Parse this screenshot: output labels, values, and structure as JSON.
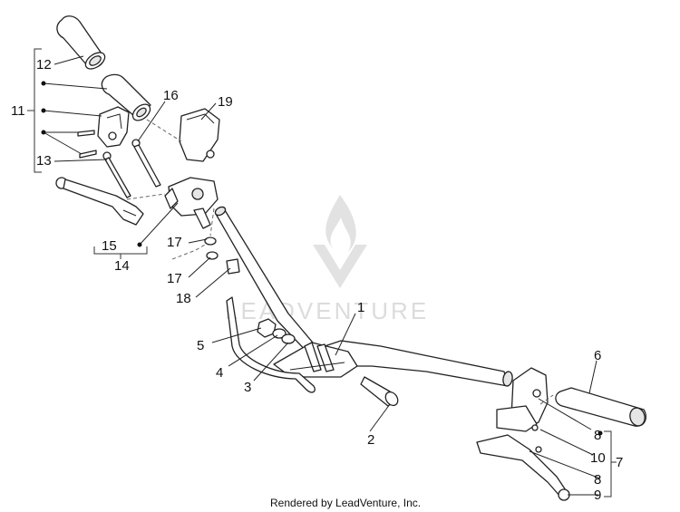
{
  "callouts": {
    "c1": "1",
    "c2": "2",
    "c3": "3",
    "c4": "4",
    "c5": "5",
    "c6": "6",
    "c7": "7",
    "c8a": "8",
    "c8b": "8",
    "c9": "9",
    "c10": "10",
    "c11": "11",
    "c12": "12",
    "c13": "13",
    "c14": "14",
    "c15": "15",
    "c16": "16",
    "c17a": "17",
    "c17b": "17",
    "c18": "18",
    "c19": "19"
  },
  "watermark": {
    "brand": "LEADVENTURE"
  },
  "footer": {
    "credit": "Rendered by LeadVenture, Inc."
  },
  "colors": {
    "line": "#222222",
    "watermark": "#dcdcdc",
    "background": "#ffffff"
  }
}
